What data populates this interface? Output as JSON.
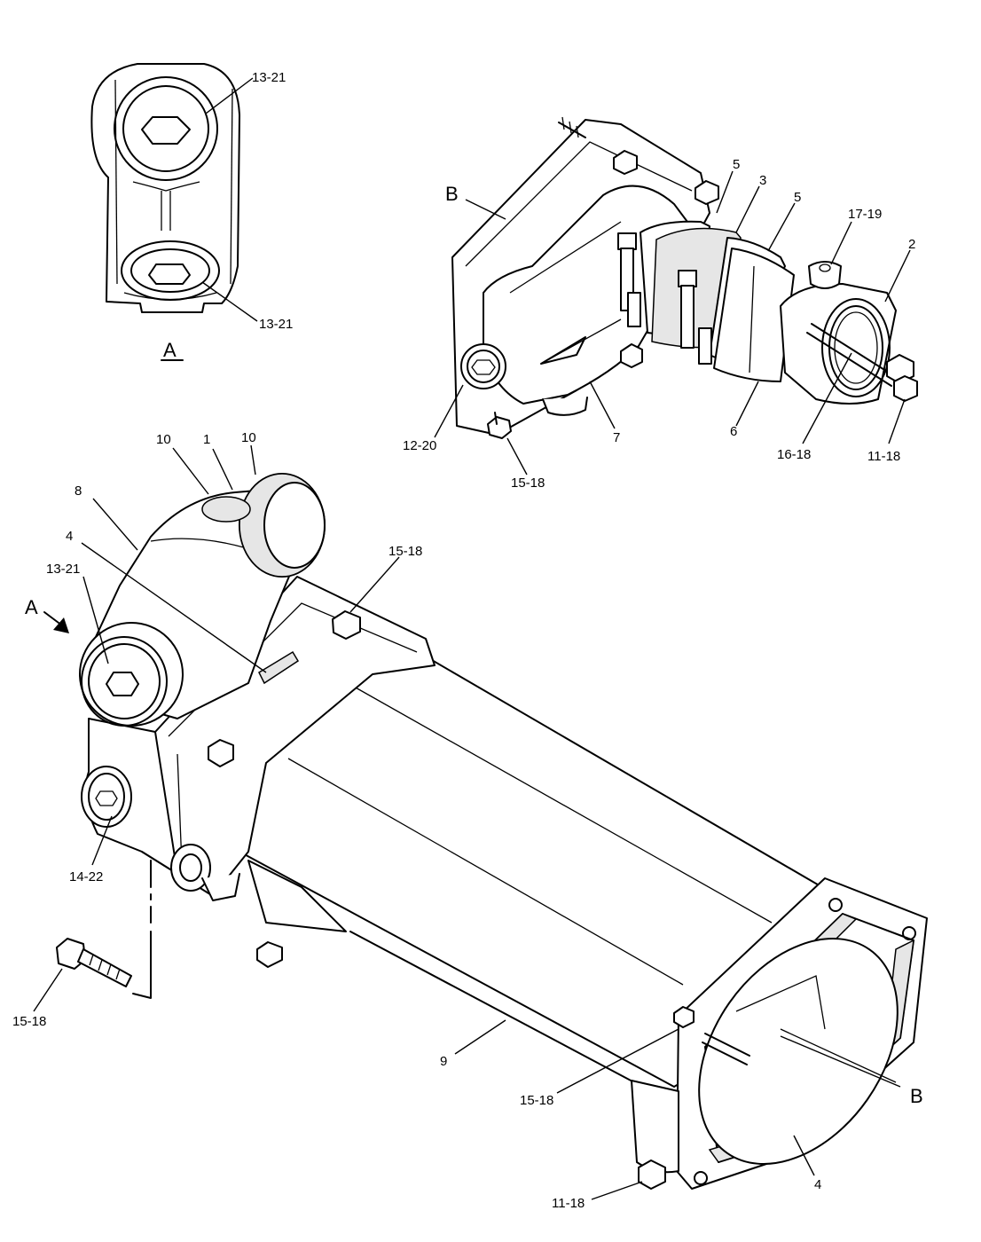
{
  "detail_a": {
    "title": "A",
    "callouts": [
      "13-21",
      "13-21"
    ]
  },
  "detail_b": {
    "title": "B",
    "callouts": {
      "c5a": "5",
      "c3": "3",
      "c5b": "5",
      "c17_19": "17-19",
      "c2": "2",
      "c12_20": "12-20",
      "c7": "7",
      "c6": "6",
      "c16_18": "16-18",
      "c11_18": "11-18",
      "c15_18": "15-18"
    }
  },
  "main": {
    "view_arrow": "A",
    "view_b": "B",
    "callouts": {
      "c10a": "10",
      "c1": "1",
      "c10b": "10",
      "c8": "8",
      "c4a": "4",
      "c15_18_top": "15-18",
      "c13_21": "13-21",
      "c14_22": "14-22",
      "c15_18_bolt": "15-18",
      "c9": "9",
      "c15_18_bottom": "15-18",
      "c4b": "4",
      "c11_18": "11-18"
    }
  }
}
